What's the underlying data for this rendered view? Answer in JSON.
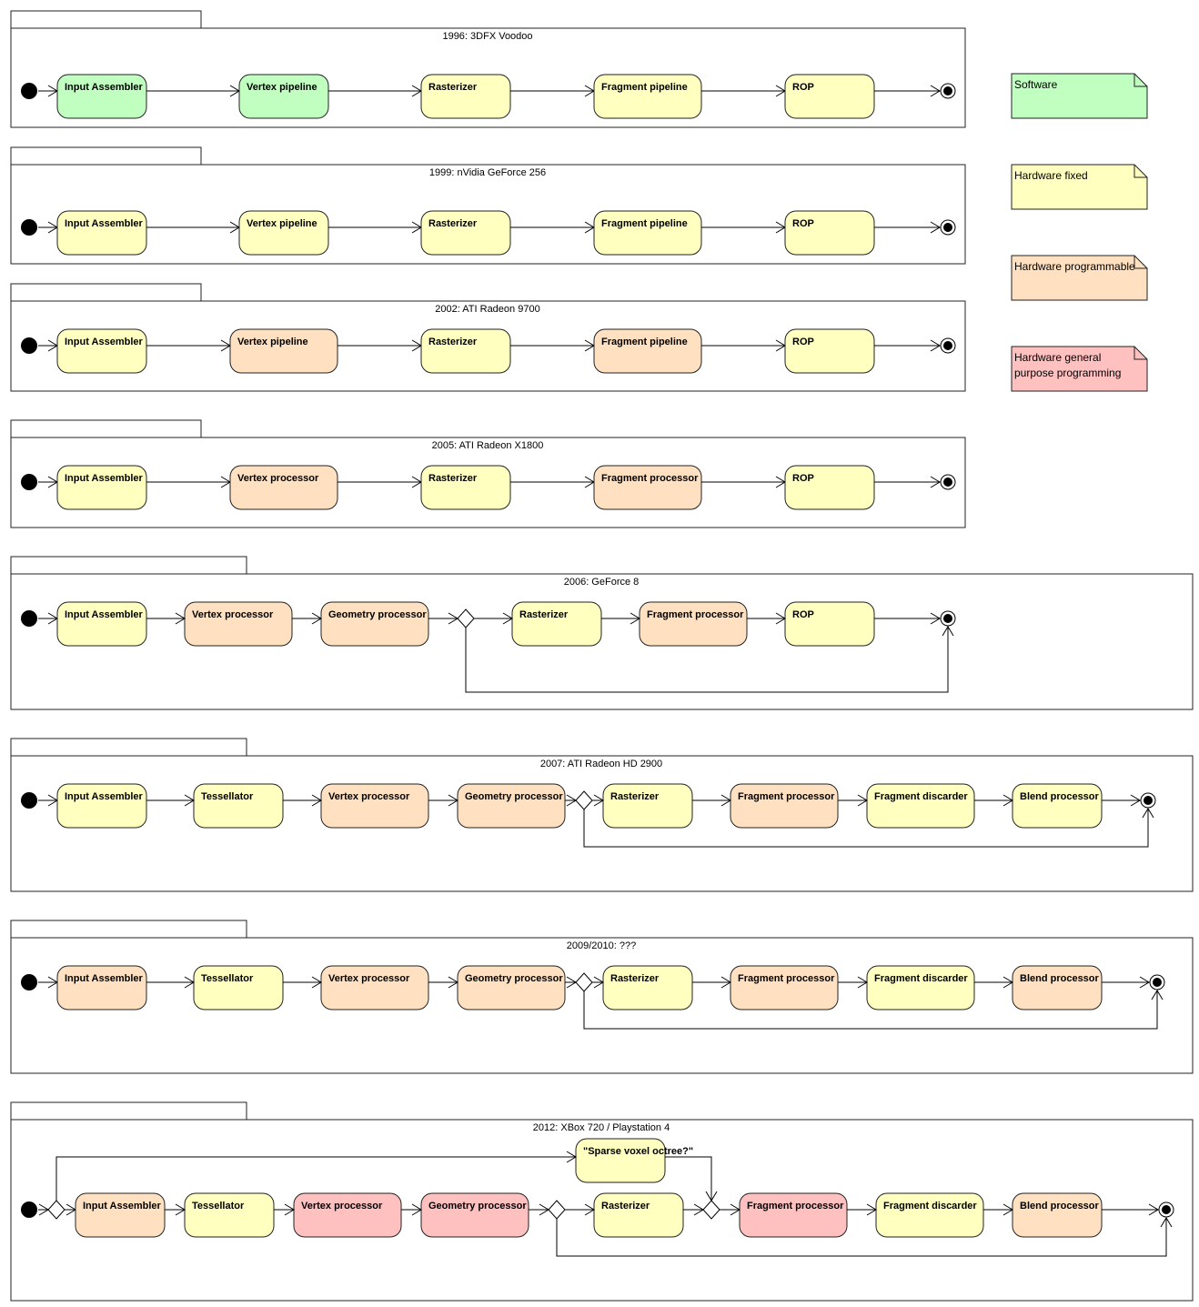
{
  "colors": {
    "software": "#c0ffc0",
    "fixed": "#ffffc0",
    "programmable": "#ffe0c0",
    "general": "#ffc0c0"
  },
  "legend": [
    {
      "key": "software",
      "lines": [
        "Software"
      ]
    },
    {
      "key": "fixed",
      "lines": [
        "Hardware fixed"
      ]
    },
    {
      "key": "programmable",
      "lines": [
        "Hardware programmable"
      ]
    },
    {
      "key": "general",
      "lines": [
        "Hardware general",
        "purpose programming"
      ]
    }
  ],
  "pipelines": [
    {
      "title": "1996: 3DFX Voodoo",
      "nodes": [
        {
          "label": "Input Assembler",
          "kind": "software"
        },
        {
          "label": "Vertex pipeline",
          "kind": "software"
        },
        {
          "label": "Rasterizer",
          "kind": "fixed"
        },
        {
          "label": "Fragment pipeline",
          "kind": "fixed"
        },
        {
          "label": "ROP",
          "kind": "fixed"
        }
      ]
    },
    {
      "title": "1999: nVidia GeForce 256",
      "nodes": [
        {
          "label": "Input Assembler",
          "kind": "fixed"
        },
        {
          "label": "Vertex pipeline",
          "kind": "fixed"
        },
        {
          "label": "Rasterizer",
          "kind": "fixed"
        },
        {
          "label": "Fragment pipeline",
          "kind": "fixed"
        },
        {
          "label": "ROP",
          "kind": "fixed"
        }
      ]
    },
    {
      "title": "2002: ATI Radeon 9700",
      "nodes": [
        {
          "label": "Input Assembler",
          "kind": "fixed"
        },
        {
          "label": "Vertex pipeline",
          "kind": "programmable"
        },
        {
          "label": "Rasterizer",
          "kind": "fixed"
        },
        {
          "label": "Fragment pipeline",
          "kind": "programmable"
        },
        {
          "label": "ROP",
          "kind": "fixed"
        }
      ]
    },
    {
      "title": "2005: ATI Radeon X1800",
      "nodes": [
        {
          "label": "Input Assembler",
          "kind": "fixed"
        },
        {
          "label": "Vertex processor",
          "kind": "programmable"
        },
        {
          "label": "Rasterizer",
          "kind": "fixed"
        },
        {
          "label": "Fragment processor",
          "kind": "programmable"
        },
        {
          "label": "ROP",
          "kind": "fixed"
        }
      ]
    },
    {
      "title": "2006: GeForce 8",
      "nodes": [
        {
          "label": "Input Assembler",
          "kind": "fixed"
        },
        {
          "label": "Vertex processor",
          "kind": "programmable"
        },
        {
          "label": "Geometry processor",
          "kind": "programmable"
        },
        {
          "label": "Rasterizer",
          "kind": "fixed"
        },
        {
          "label": "Fragment processor",
          "kind": "programmable"
        },
        {
          "label": "ROP",
          "kind": "fixed"
        }
      ]
    },
    {
      "title": "2007: ATI Radeon HD 2900",
      "nodes": [
        {
          "label": "Input Assembler",
          "kind": "fixed"
        },
        {
          "label": "Tessellator",
          "kind": "fixed"
        },
        {
          "label": "Vertex processor",
          "kind": "programmable"
        },
        {
          "label": "Geometry processor",
          "kind": "programmable"
        },
        {
          "label": "Rasterizer",
          "kind": "fixed"
        },
        {
          "label": "Fragment processor",
          "kind": "programmable"
        },
        {
          "label": "Fragment discarder",
          "kind": "fixed"
        },
        {
          "label": "Blend processor",
          "kind": "fixed"
        }
      ]
    },
    {
      "title": "2009/2010: ???",
      "nodes": [
        {
          "label": "Input Assembler",
          "kind": "programmable"
        },
        {
          "label": "Tessellator",
          "kind": "fixed"
        },
        {
          "label": "Vertex processor",
          "kind": "programmable"
        },
        {
          "label": "Geometry processor",
          "kind": "programmable"
        },
        {
          "label": "Rasterizer",
          "kind": "fixed"
        },
        {
          "label": "Fragment processor",
          "kind": "programmable"
        },
        {
          "label": "Fragment discarder",
          "kind": "fixed"
        },
        {
          "label": "Blend processor",
          "kind": "programmable"
        }
      ]
    },
    {
      "title": "2012: XBox 720 / Playstation 4",
      "nodes": [
        {
          "label": "Input Assembler",
          "kind": "programmable"
        },
        {
          "label": "Tessellator",
          "kind": "fixed"
        },
        {
          "label": "Vertex processor",
          "kind": "general"
        },
        {
          "label": "Geometry processor",
          "kind": "general"
        },
        {
          "label": "Rasterizer",
          "kind": "fixed"
        },
        {
          "label": "Fragment processor",
          "kind": "general"
        },
        {
          "label": "Fragment discarder",
          "kind": "fixed"
        },
        {
          "label": "Blend processor",
          "kind": "programmable"
        },
        {
          "label": "\"Sparse voxel octree?\"",
          "kind": "fixed"
        }
      ]
    }
  ]
}
